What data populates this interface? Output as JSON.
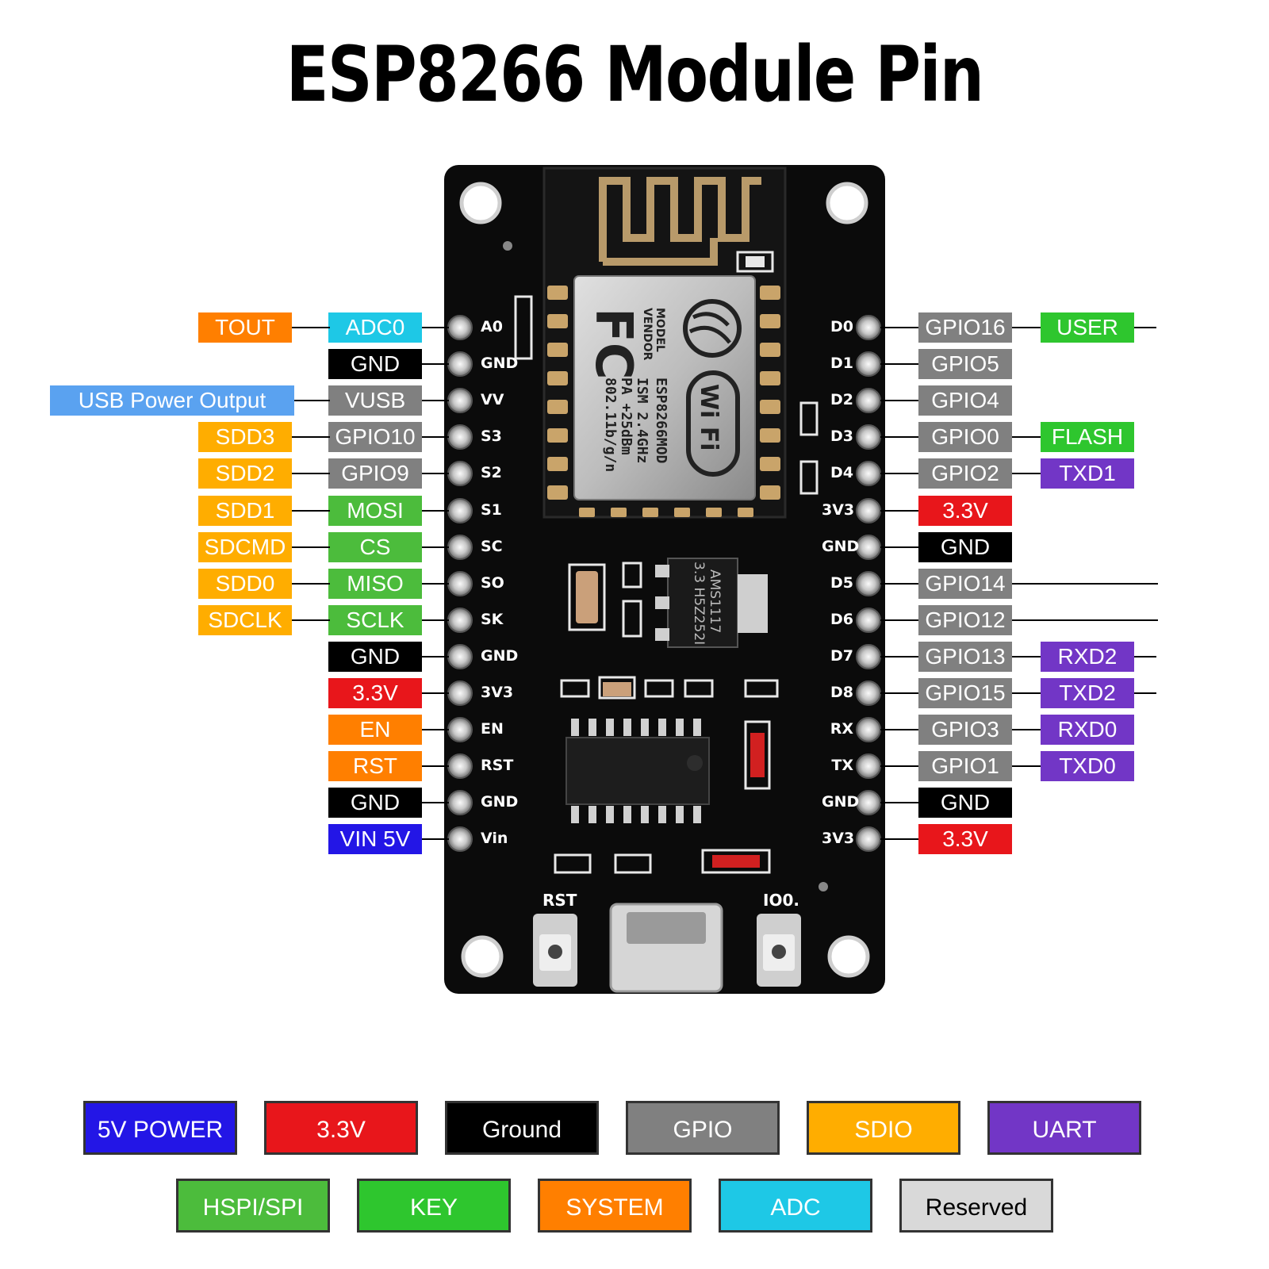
{
  "title": "ESP8266 Module Pin",
  "colors": {
    "5V POWER": "#2316e6",
    "3.3V": "#e8161b",
    "Ground": "#000000",
    "GPIO": "#808080",
    "SDIO": "#ffad00",
    "UART": "#7236c6",
    "HSPI/SPI": "#4cbc3c",
    "KEY": "#2ec62e",
    "SYSTEM": "#ff7f00",
    "ADC": "#1ec8e6",
    "Reserved": "#d9d9d9",
    "USB": "#5aa2f0"
  },
  "board": {
    "module_text": [
      "ISM 2.4GHz",
      "PA  +25dBm",
      "802.11b/g/n"
    ],
    "model_text": "MODEL",
    "vendor_text": "VENDOR",
    "model_name": "ESP8266MOD",
    "fc_text": "FC",
    "wifi_text": "Wi Fi",
    "regulator_text": [
      "AMS1117",
      "3.3 H5Z252I"
    ],
    "rst_label": "RST",
    "io0_label": "IO0."
  },
  "left_pins": [
    {
      "silk": "A0",
      "inner": {
        "text": "ADC0",
        "color": "c-cyan"
      },
      "outer": {
        "text": "TOUT",
        "color": "c-orange"
      }
    },
    {
      "silk": "GND",
      "inner": {
        "text": "GND",
        "color": "c-black"
      }
    },
    {
      "silk": "VV",
      "inner": {
        "text": "VUSB",
        "color": "c-gray"
      },
      "outer": {
        "text": "USB Power Output",
        "color": "c-lblue",
        "wide": true
      }
    },
    {
      "silk": "S3",
      "inner": {
        "text": "GPIO10",
        "color": "c-gray"
      },
      "outer": {
        "text": "SDD3",
        "color": "c-yellow"
      }
    },
    {
      "silk": "S2",
      "inner": {
        "text": "GPIO9",
        "color": "c-gray"
      },
      "outer": {
        "text": "SDD2",
        "color": "c-yellow"
      }
    },
    {
      "silk": "S1",
      "inner": {
        "text": "MOSI",
        "color": "c-green"
      },
      "outer": {
        "text": "SDD1",
        "color": "c-yellow"
      }
    },
    {
      "silk": "SC",
      "inner": {
        "text": "CS",
        "color": "c-green"
      },
      "outer": {
        "text": "SDCMD",
        "color": "c-yellow"
      }
    },
    {
      "silk": "SO",
      "inner": {
        "text": "MISO",
        "color": "c-green"
      },
      "outer": {
        "text": "SDD0",
        "color": "c-yellow"
      }
    },
    {
      "silk": "SK",
      "inner": {
        "text": "SCLK",
        "color": "c-green"
      },
      "outer": {
        "text": "SDCLK",
        "color": "c-yellow"
      }
    },
    {
      "silk": "GND",
      "inner": {
        "text": "GND",
        "color": "c-black"
      }
    },
    {
      "silk": "3V3",
      "inner": {
        "text": "3.3V",
        "color": "c-red"
      }
    },
    {
      "silk": "EN",
      "inner": {
        "text": "EN",
        "color": "c-orange"
      }
    },
    {
      "silk": "RST",
      "inner": {
        "text": "RST",
        "color": "c-orange"
      }
    },
    {
      "silk": "GND",
      "inner": {
        "text": "GND",
        "color": "c-black"
      }
    },
    {
      "silk": "Vin",
      "inner": {
        "text": "VIN 5V",
        "color": "c-blue"
      }
    }
  ],
  "right_pins": [
    {
      "silk": "D0",
      "inner": {
        "text": "GPIO16",
        "color": "c-gray"
      },
      "outer": {
        "text": "USER",
        "color": "c-key"
      },
      "tail": "short"
    },
    {
      "silk": "D1",
      "inner": {
        "text": "GPIO5",
        "color": "c-gray"
      }
    },
    {
      "silk": "D2",
      "inner": {
        "text": "GPIO4",
        "color": "c-gray"
      }
    },
    {
      "silk": "D3",
      "inner": {
        "text": "GPIO0",
        "color": "c-gray"
      },
      "outer": {
        "text": "FLASH",
        "color": "c-key"
      }
    },
    {
      "silk": "D4",
      "inner": {
        "text": "GPIO2",
        "color": "c-gray"
      },
      "outer": {
        "text": "TXD1",
        "color": "c-purple"
      }
    },
    {
      "silk": "3V3",
      "inner": {
        "text": "3.3V",
        "color": "c-red"
      }
    },
    {
      "silk": "GND",
      "inner": {
        "text": "GND",
        "color": "c-black"
      }
    },
    {
      "silk": "D5",
      "inner": {
        "text": "GPIO14",
        "color": "c-gray"
      },
      "tail": "long"
    },
    {
      "silk": "D6",
      "inner": {
        "text": "GPIO12",
        "color": "c-gray"
      },
      "tail": "long"
    },
    {
      "silk": "D7",
      "inner": {
        "text": "GPIO13",
        "color": "c-gray"
      },
      "outer": {
        "text": "RXD2",
        "color": "c-purple"
      },
      "tail": "short"
    },
    {
      "silk": "D8",
      "inner": {
        "text": "GPIO15",
        "color": "c-gray"
      },
      "outer": {
        "text": "TXD2",
        "color": "c-purple"
      },
      "tail": "short"
    },
    {
      "silk": "RX",
      "inner": {
        "text": "GPIO3",
        "color": "c-gray"
      },
      "outer": {
        "text": "RXD0",
        "color": "c-purple"
      }
    },
    {
      "silk": "TX",
      "inner": {
        "text": "GPIO1",
        "color": "c-gray"
      },
      "outer": {
        "text": "TXD0",
        "color": "c-purple"
      }
    },
    {
      "silk": "GND",
      "inner": {
        "text": "GND",
        "color": "c-black"
      }
    },
    {
      "silk": "3V3",
      "inner": {
        "text": "3.3V",
        "color": "c-red"
      }
    }
  ],
  "legend": [
    {
      "text": "5V POWER",
      "color": "c-blue"
    },
    {
      "text": "3.3V",
      "color": "c-red"
    },
    {
      "text": "Ground",
      "color": "c-black"
    },
    {
      "text": "GPIO",
      "color": "c-gray"
    },
    {
      "text": "SDIO",
      "color": "c-yellow"
    },
    {
      "text": "UART",
      "color": "c-purple"
    },
    {
      "text": "HSPI/SPI",
      "color": "c-green"
    },
    {
      "text": "KEY",
      "color": "c-key"
    },
    {
      "text": "SYSTEM",
      "color": "c-orange"
    },
    {
      "text": "ADC",
      "color": "c-cyan"
    },
    {
      "text": "Reserved",
      "color": "c-light"
    }
  ]
}
